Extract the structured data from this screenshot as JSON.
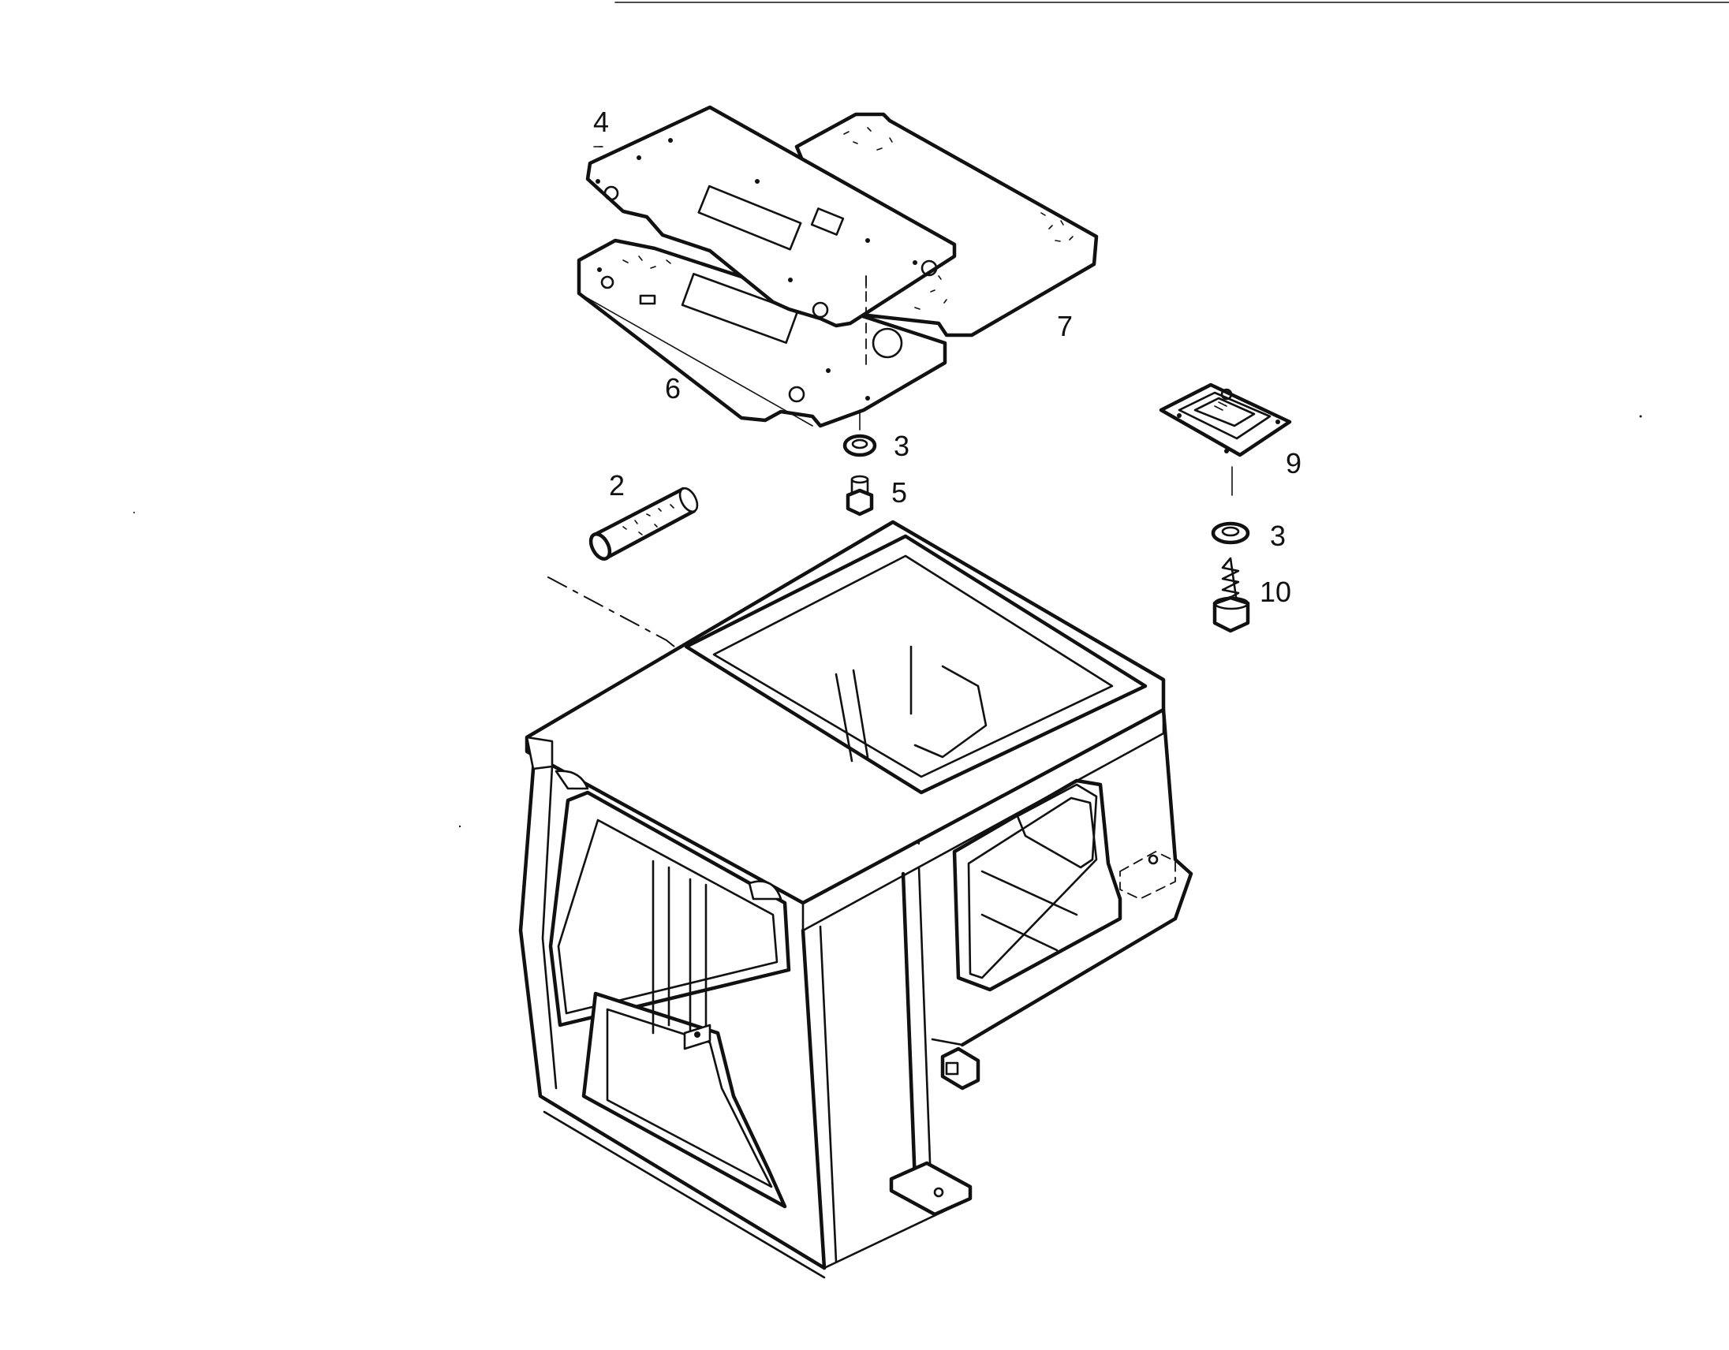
{
  "callouts": {
    "c2": "2",
    "c3a": "3",
    "c3b": "3",
    "c4": "4",
    "c5": "5",
    "c6": "6",
    "c7": "7",
    "c9": "9",
    "c10": "10"
  },
  "colors": {
    "ink": "#111111",
    "paper": "#ffffff"
  }
}
